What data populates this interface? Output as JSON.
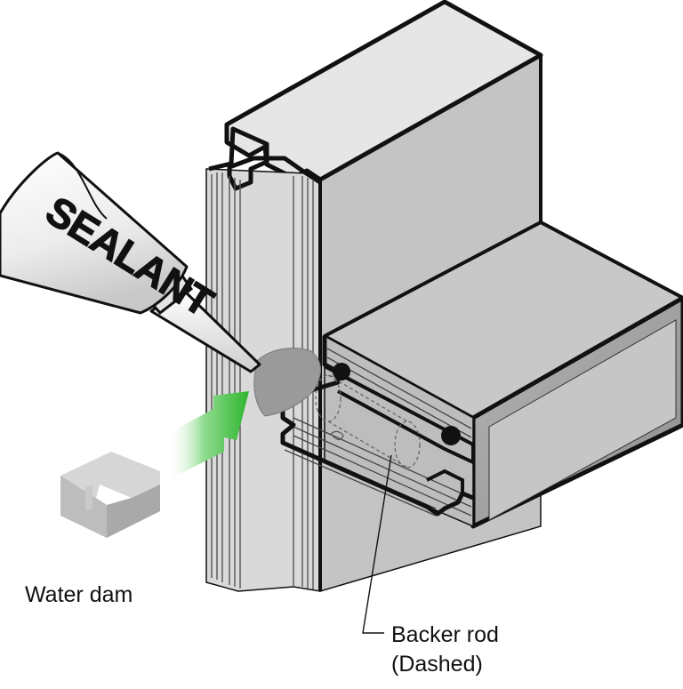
{
  "diagram": {
    "tube_label": "SEALANT",
    "callouts": {
      "water_dam": "Water dam",
      "backer_rod_line1": "Backer rod",
      "backer_rod_line2": "(Dashed)"
    },
    "colors": {
      "outline": "#111111",
      "mullion_face": "#d9d9d9",
      "mullion_side": "#c4c4c4",
      "mullion_top": "#e6e6e6",
      "horizontal_top": "#c8c8c8",
      "horizontal_face": "#bdbdbd",
      "horizontal_inside": "#a8a8a8",
      "tube_body": "#f2f2f2",
      "tube_shade": "#d0d0d0",
      "sealant_bead": "#9a9a9a",
      "arrow_green": "#3fbf3f",
      "water_dam_face": "#bdbdbd",
      "water_dam_top": "#d6d6d6"
    }
  }
}
